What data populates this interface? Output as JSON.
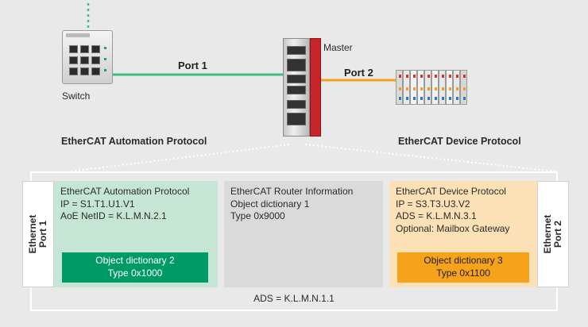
{
  "top": {
    "switch_label": "Switch",
    "master_label": "Master",
    "port1_label": "Port 1",
    "port2_label": "Port 2",
    "automation_protocol_heading": "EtherCAT Automation Protocol",
    "device_protocol_heading": "EtherCAT Device Protocol"
  },
  "diagram": {
    "ethernet_port1": [
      "Ethernet",
      "Port 1"
    ],
    "ethernet_port2": [
      "Ethernet",
      "Port 2"
    ],
    "automation_panel": {
      "lines": [
        "EtherCAT Automation Protocol",
        "IP = S1.T1.U1.V1",
        "AoE NetID = K.L.M.N.2.1"
      ],
      "object_dictionary": [
        "Object dictionary 2",
        "Type 0x1000"
      ]
    },
    "router_panel": {
      "lines": [
        "EtherCAT Router Information",
        "Object dictionary 1",
        "Type 0x9000"
      ]
    },
    "device_panel": {
      "lines": [
        "EtherCAT Device Protocol",
        "IP = S3.T3.U3.V2",
        "ADS = K.L.M.N.3.1",
        "Optional: Mailbox Gateway"
      ],
      "object_dictionary": [
        "Object dictionary 3",
        "Type 0x1100"
      ]
    },
    "ads_label": "ADS = K.L.M.N.1.1"
  },
  "colors": {
    "port1_line": "#3dbd7d",
    "port2_line": "#f3a21d",
    "green_panel": "#c6e6d5",
    "green_od": "#009a67",
    "orange_panel": "#fce0b6",
    "orange_od": "#f7a21b",
    "gray_panel": "#dadada"
  }
}
